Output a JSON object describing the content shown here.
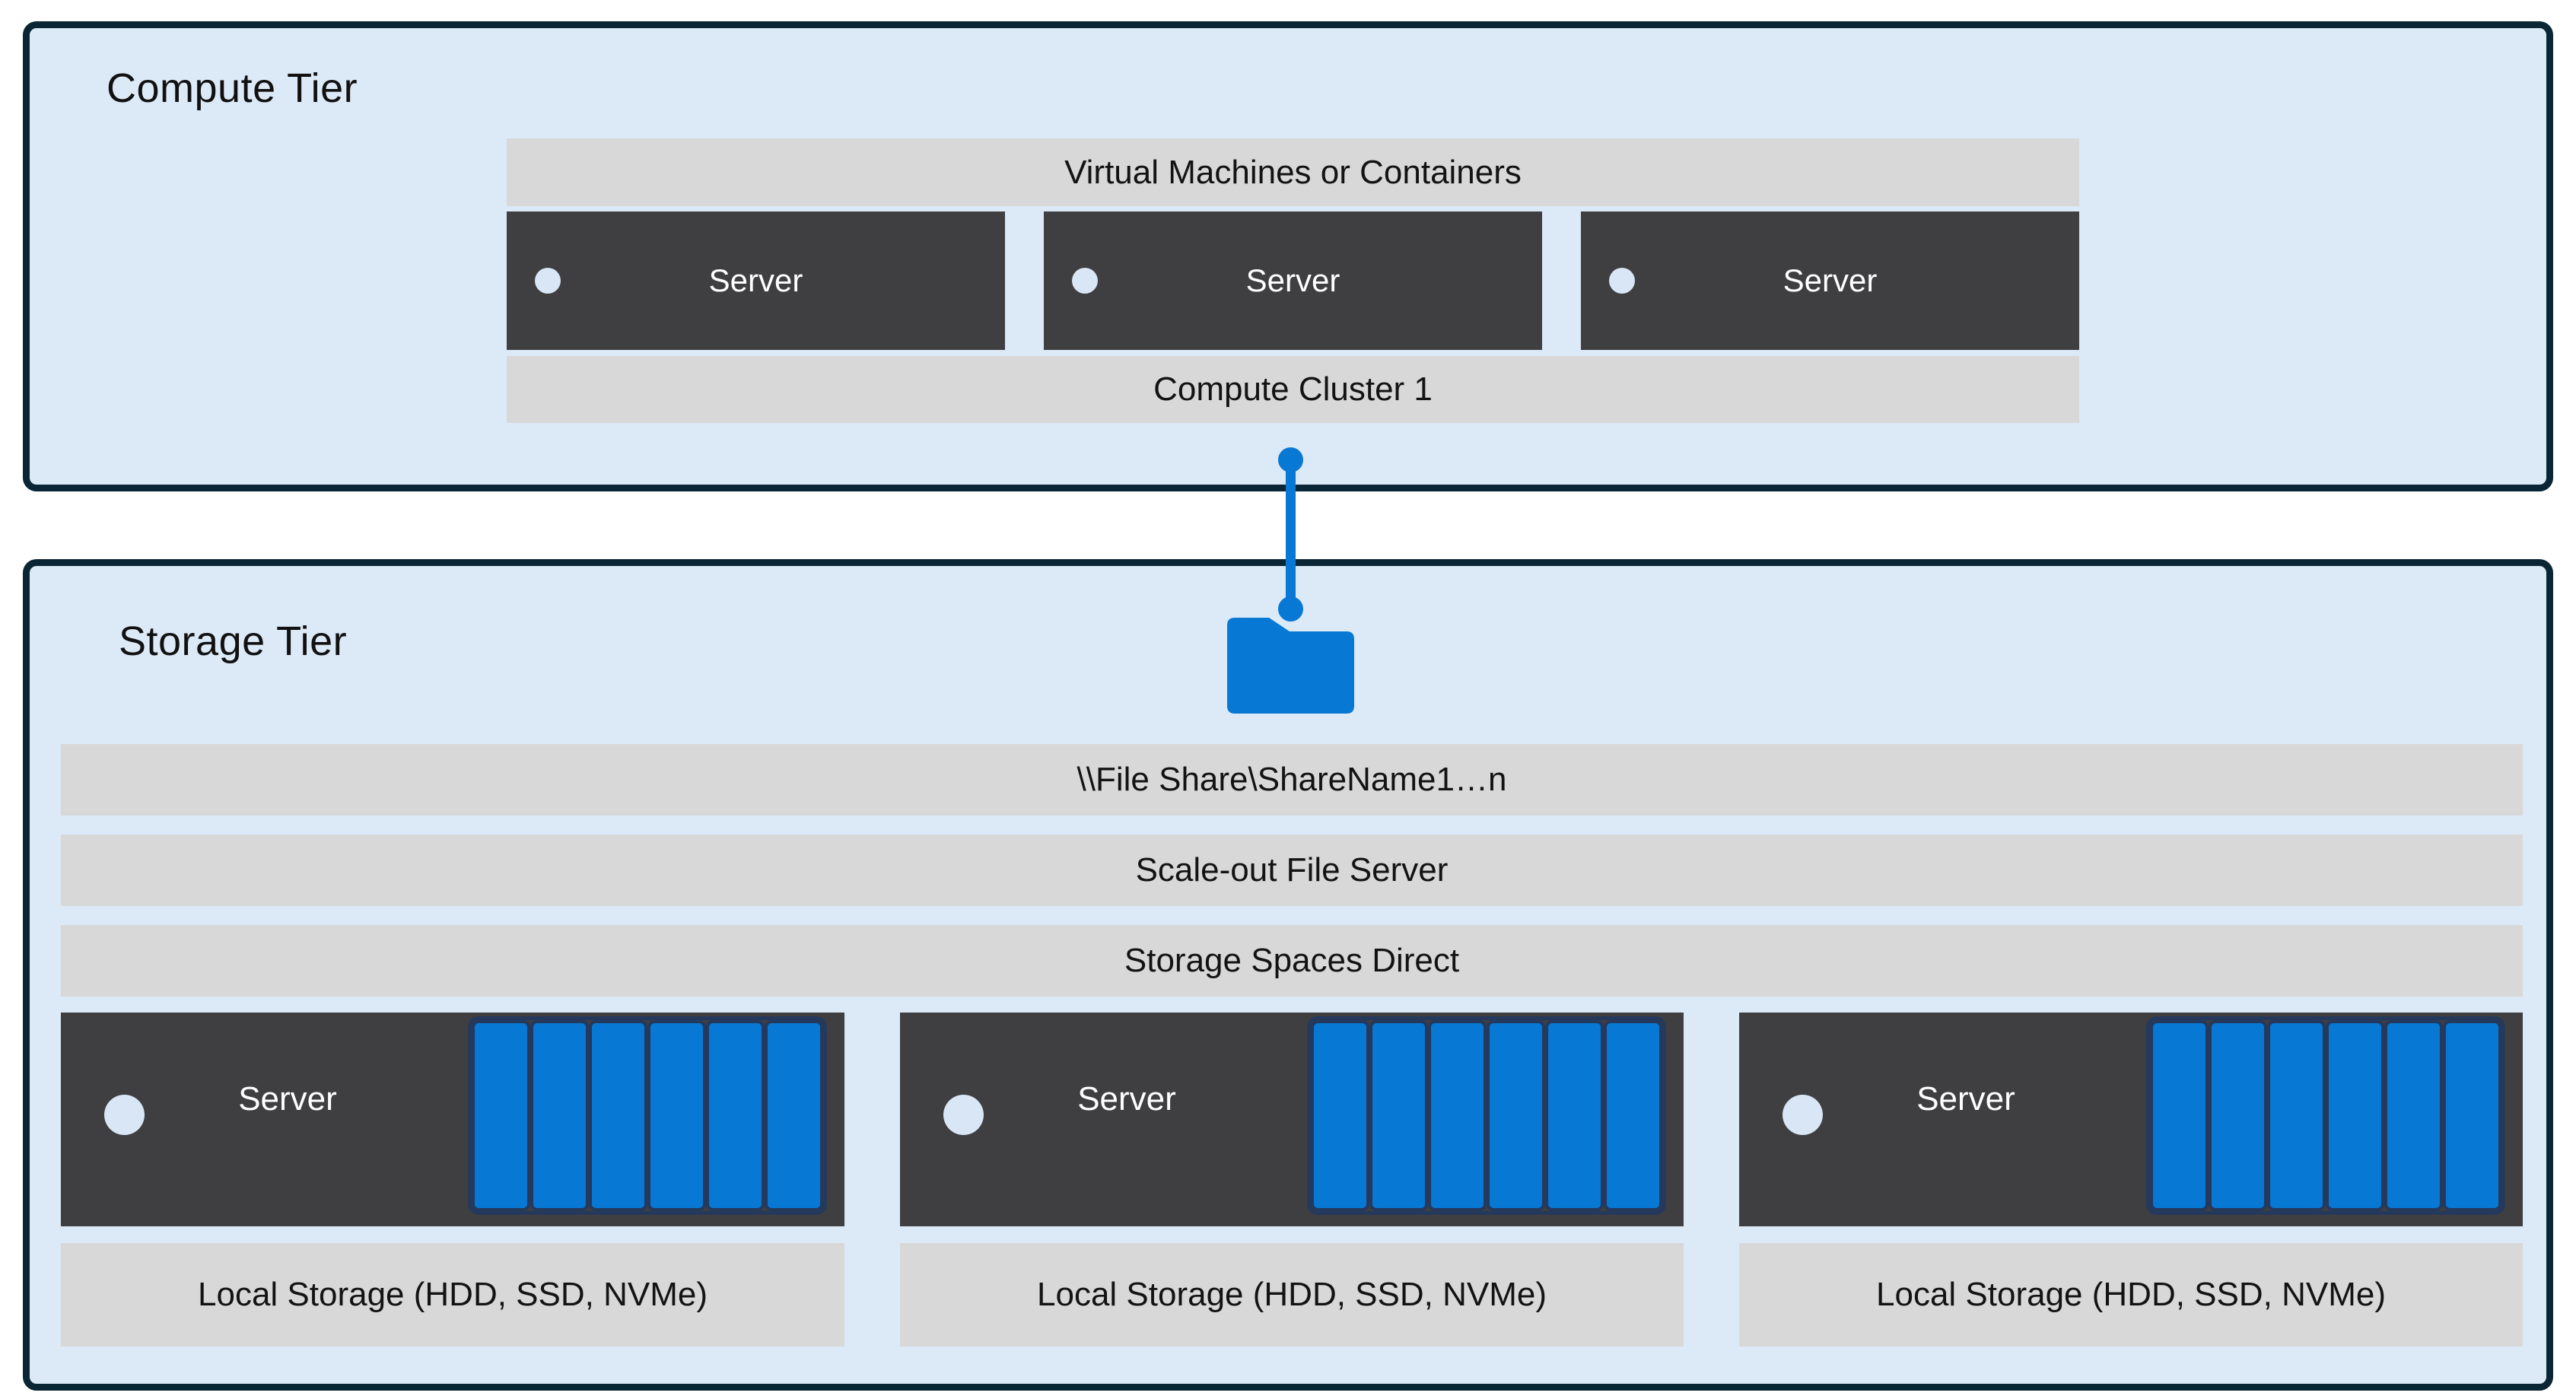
{
  "compute_tier": {
    "title": "Compute Tier",
    "vm_bar_label": "Virtual Machines or Containers",
    "cluster_bar_label": "Compute Cluster 1",
    "servers": [
      {
        "label": "Server"
      },
      {
        "label": "Server"
      },
      {
        "label": "Server"
      }
    ]
  },
  "connector": {
    "icon": "folder-icon",
    "color": "#0778d4"
  },
  "storage_tier": {
    "title": "Storage Tier",
    "file_share_bar_label": "\\\\File Share\\ShareName1…n",
    "scale_out_bar_label": "Scale-out File Server",
    "s2d_bar_label": "Storage Spaces Direct",
    "disks_per_server": 6,
    "servers": [
      {
        "label": "Server",
        "local_storage_label": "Local Storage (HDD, SSD, NVMe)"
      },
      {
        "label": "Server",
        "local_storage_label": "Local Storage (HDD, SSD, NVMe)"
      },
      {
        "label": "Server",
        "local_storage_label": "Local Storage (HDD, SSD, NVMe)"
      }
    ]
  },
  "colors": {
    "canvas": "#ffffff",
    "tier_fill": "#dce9f6",
    "tier_border": "#0a2534",
    "bar_fill": "#d8d8d8",
    "bar_text": "#131313",
    "server_fill": "#3f3f41",
    "server_text": "#ffffff",
    "led": "#d8e6f5",
    "accent_blue": "#0778d4",
    "disk_border_navy": "#24395c"
  }
}
